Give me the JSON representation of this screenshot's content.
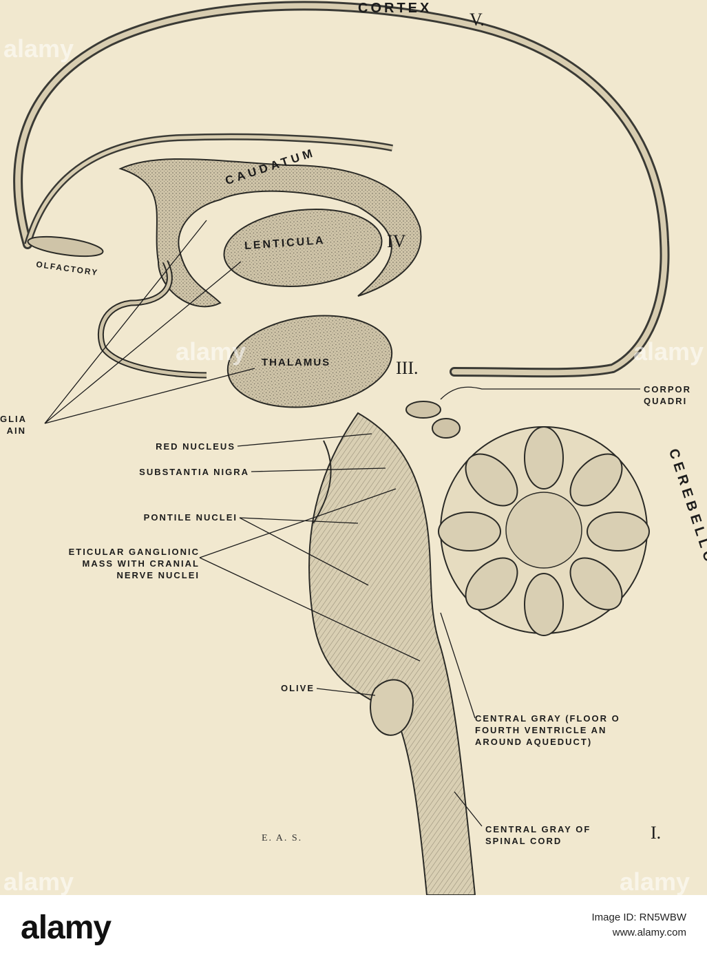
{
  "figure": {
    "top_label": "CORTEX",
    "roman_v": "V.",
    "roman_iv": "IV",
    "roman_iii": "III.",
    "roman_i": "I.",
    "caudatum": "CAUDATUM",
    "lenticula": "LENTICULA",
    "thalamus": "THALAMUS",
    "olfactory": "OLFACTORY",
    "basal_ganglia_line1": "GLIA",
    "basal_ganglia_line2": "AIN",
    "red_nucleus": "RED NUCLEUS",
    "substantia_nigra": "SUBSTANTIA NIGRA",
    "pontile_nuclei": "PONTILE NUCLEI",
    "reticular_line1": "ETICULAR GANGLIONIC",
    "reticular_line2": "MASS WITH CRANIAL",
    "reticular_line3": "NERVE NUCLEI",
    "olive": "OLIVE",
    "corpora_line1": "CORPOR",
    "corpora_line2": "QUADRI",
    "cerebello_cortex": "CEREBELLO—CORTEX",
    "central_gray_line1": "CENTRAL GRAY (FLOOR O",
    "central_gray_line2": "FOURTH VENTRICLE AN",
    "central_gray_line3": "AROUND AQUEDUCT)",
    "spinal_line1": "CENTRAL GRAY OF",
    "spinal_line2": "SPINAL CORD",
    "signature": "E. A. S."
  },
  "watermark": "alamy",
  "footer": {
    "brand": "alamy",
    "image_id_label": "Image ID: RN5WBW",
    "url": "www.alamy.com"
  },
  "colors": {
    "paper": "#f1e8cf",
    "ink": "#1c1c1c",
    "gray_matter": "#cfc4a8"
  }
}
